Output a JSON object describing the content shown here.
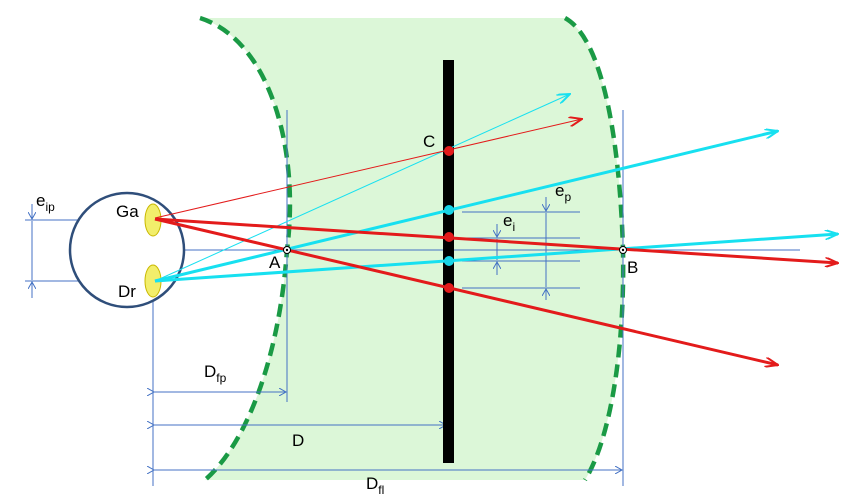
{
  "labels": {
    "e_ip": {
      "main": "e",
      "sub": "ip"
    },
    "ga": "Ga",
    "dr": "Dr",
    "a": "A",
    "b": "B",
    "c": "C",
    "e_p": {
      "main": "e",
      "sub": "p"
    },
    "e_i": {
      "main": "e",
      "sub": "i"
    },
    "d_fp": {
      "main": "D",
      "sub": "fp"
    },
    "d": "D",
    "d_fl": {
      "main": "D",
      "sub": "fl"
    }
  },
  "colors": {
    "zone_fill": "#dcf7d8",
    "zone_border": "#1a9a45",
    "screen": "#000000",
    "eye_outline": "#2f4e7a",
    "pupil": "#f2ee6b",
    "red_ray": "#e31b1b",
    "cyan_ray": "#17e0f0",
    "dimension_line": "#4472c4"
  }
}
